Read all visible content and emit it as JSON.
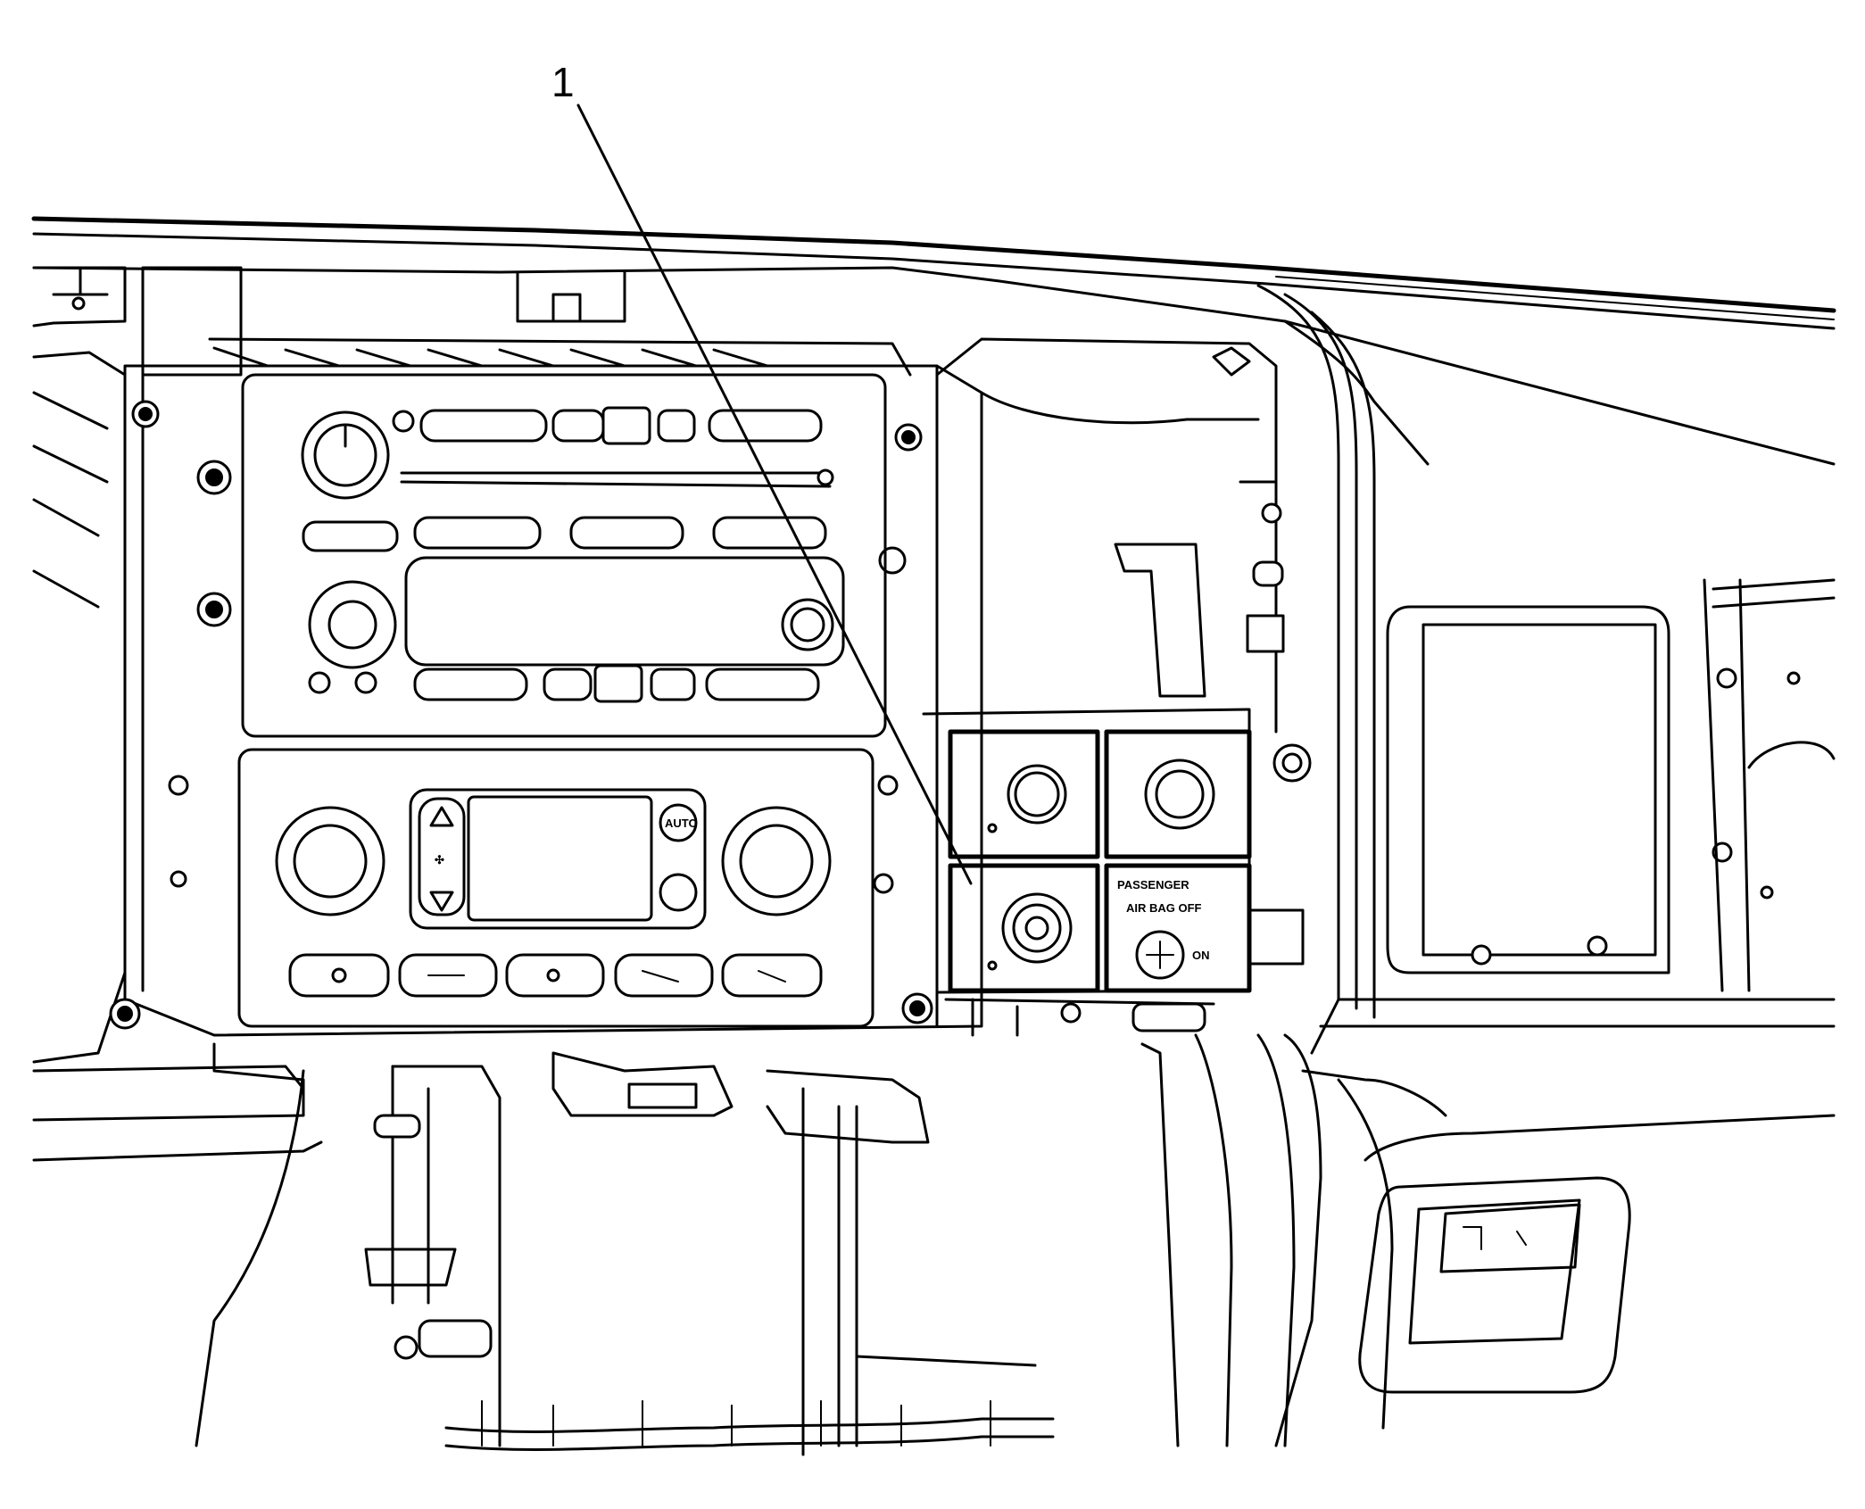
{
  "callouts": [
    {
      "label": "1"
    }
  ],
  "switch_panel": {
    "passenger_label": "PASSENGER",
    "airbag_label": "AIR BAG OFF",
    "on_label": "ON"
  },
  "hvac": {
    "auto_label": "AUTO"
  }
}
